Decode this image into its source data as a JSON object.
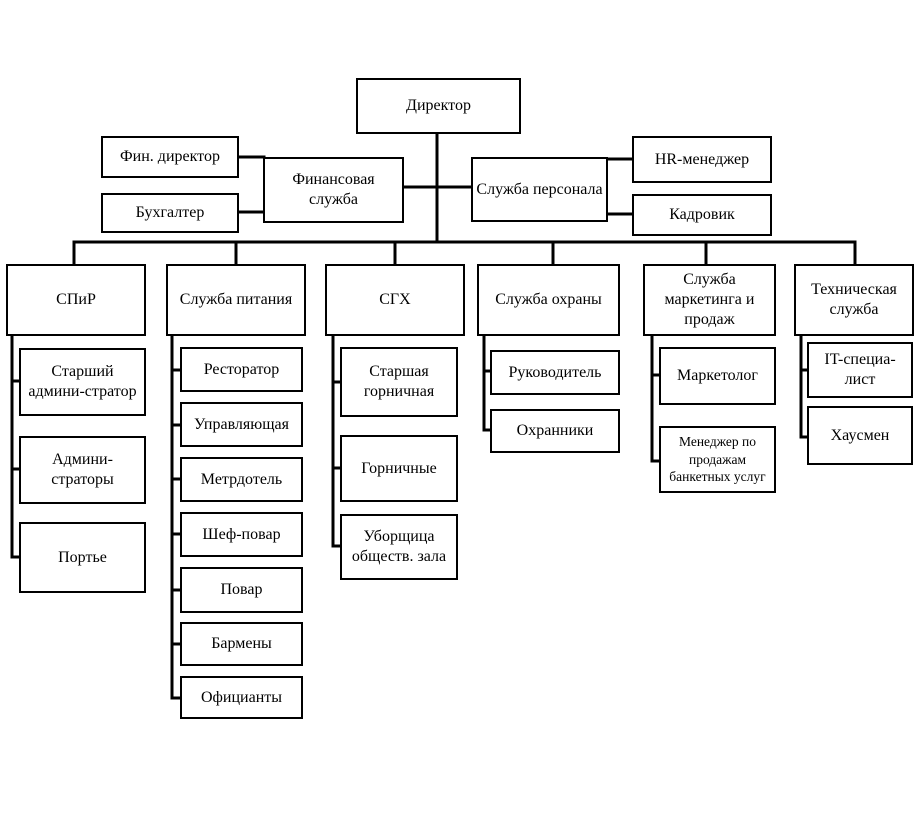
{
  "director": "Директор",
  "fin_service": "Финансовая служба",
  "fin_director": "Фин. директор",
  "accountant": "Бухгалтер",
  "hr_service": "Служба персонала",
  "hr_manager": "HR-менеджер",
  "personnel_officer": "Кадровик",
  "spir": {
    "title": "СПиР",
    "items": [
      "Старший админи-стратор",
      "Админи-страторы",
      "Портье"
    ]
  },
  "food": {
    "title": "Служба питания",
    "items": [
      "Ресторатор",
      "Управляющая",
      "Метрдотель",
      "Шеф-повар",
      "Повар",
      "Бармены",
      "Официанты"
    ]
  },
  "sgh": {
    "title": "СГХ",
    "items": [
      "Старшая горничная",
      "Горничные",
      "Уборщица обществ. зала"
    ]
  },
  "security": {
    "title": "Служба охраны",
    "items": [
      "Руководитель",
      "Охранники"
    ]
  },
  "marketing": {
    "title": "Служба маркетинга и продаж",
    "items": [
      "Маркетолог",
      "Менеджер по продажам банкетных услуг"
    ]
  },
  "tech": {
    "title": "Техническая служба",
    "items": [
      "IT-специа-лист",
      "Хаусмен"
    ]
  }
}
